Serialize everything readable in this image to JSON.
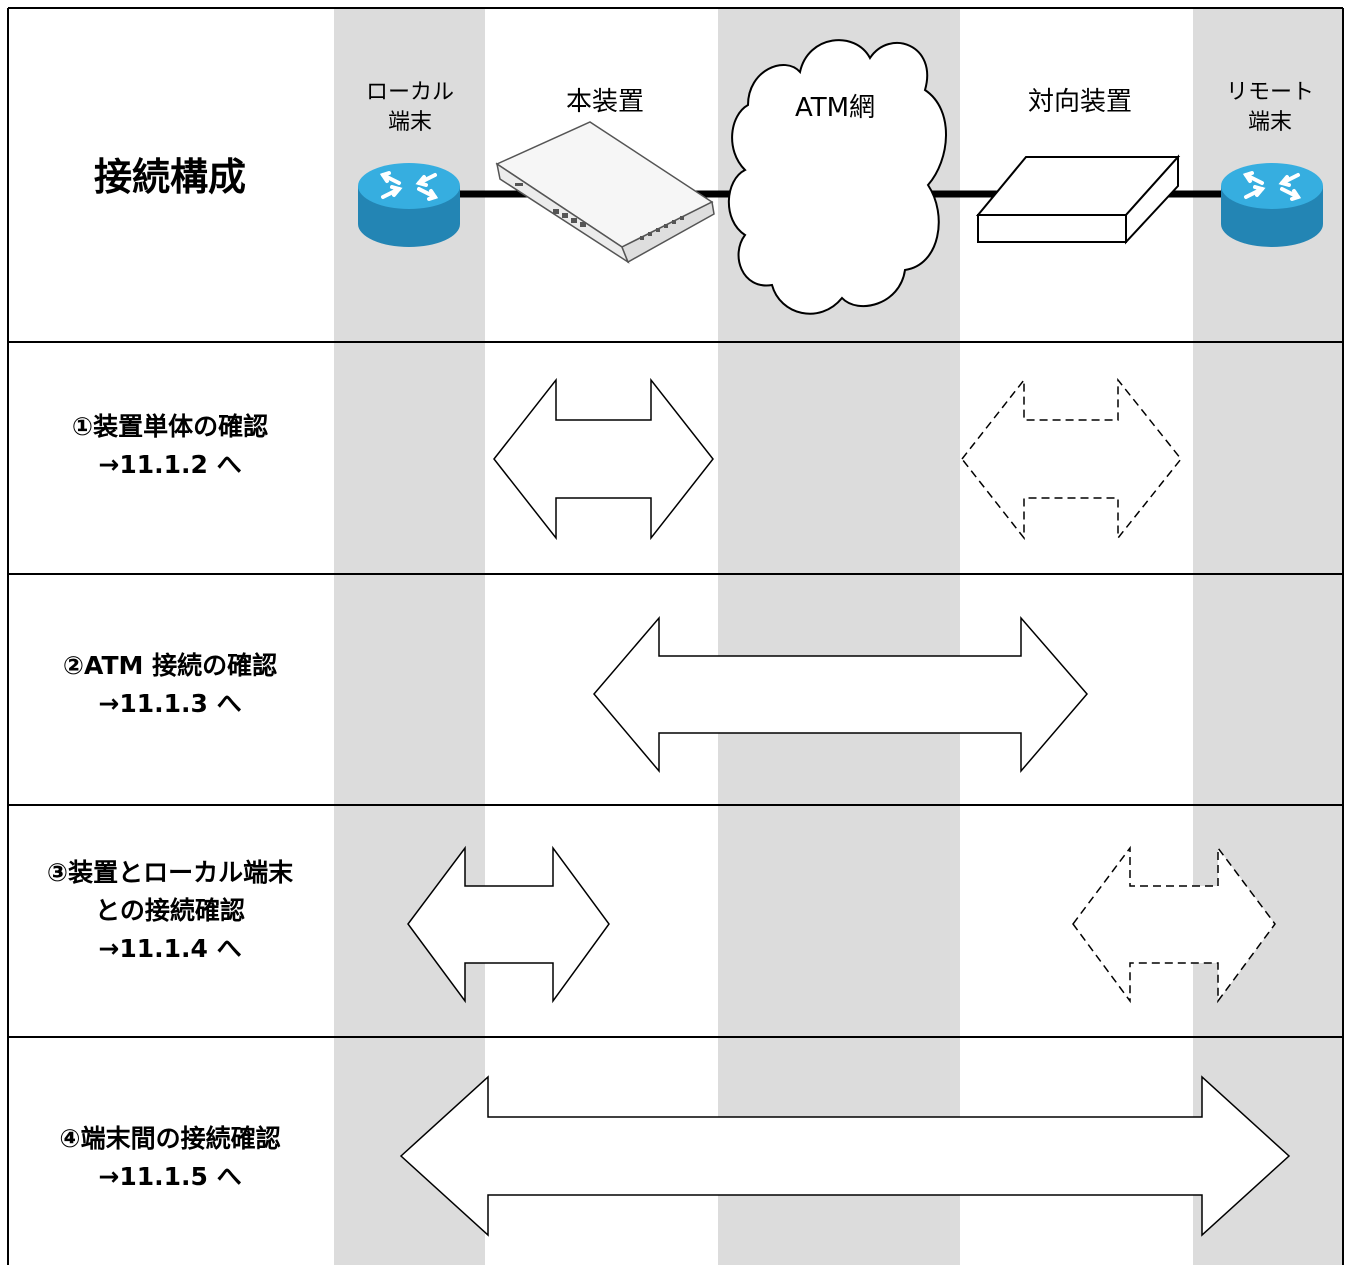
{
  "header": {
    "title": "接続構成",
    "local_terminal": [
      "ローカル",
      "端末"
    ],
    "this_device": "本装置",
    "atm_network": "ATM網",
    "peer_device": "対向装置",
    "remote_terminal": [
      "リモート",
      "端末"
    ]
  },
  "rows": [
    {
      "lines": [
        "①装置単体の確認",
        "→11.1.2 へ"
      ]
    },
    {
      "lines": [
        "②ATM 接続の確認",
        "→11.1.3 へ"
      ]
    },
    {
      "lines": [
        "③装置とローカル端末",
        "との接続確認",
        "→11.1.4 へ"
      ]
    },
    {
      "lines": [
        "④端末間の接続確認",
        "→11.1.5 へ"
      ]
    }
  ],
  "colors": {
    "band": "#dcdcdc",
    "line": "#000000",
    "router_top": "#33a6d8",
    "router_side": "#2385b4"
  }
}
